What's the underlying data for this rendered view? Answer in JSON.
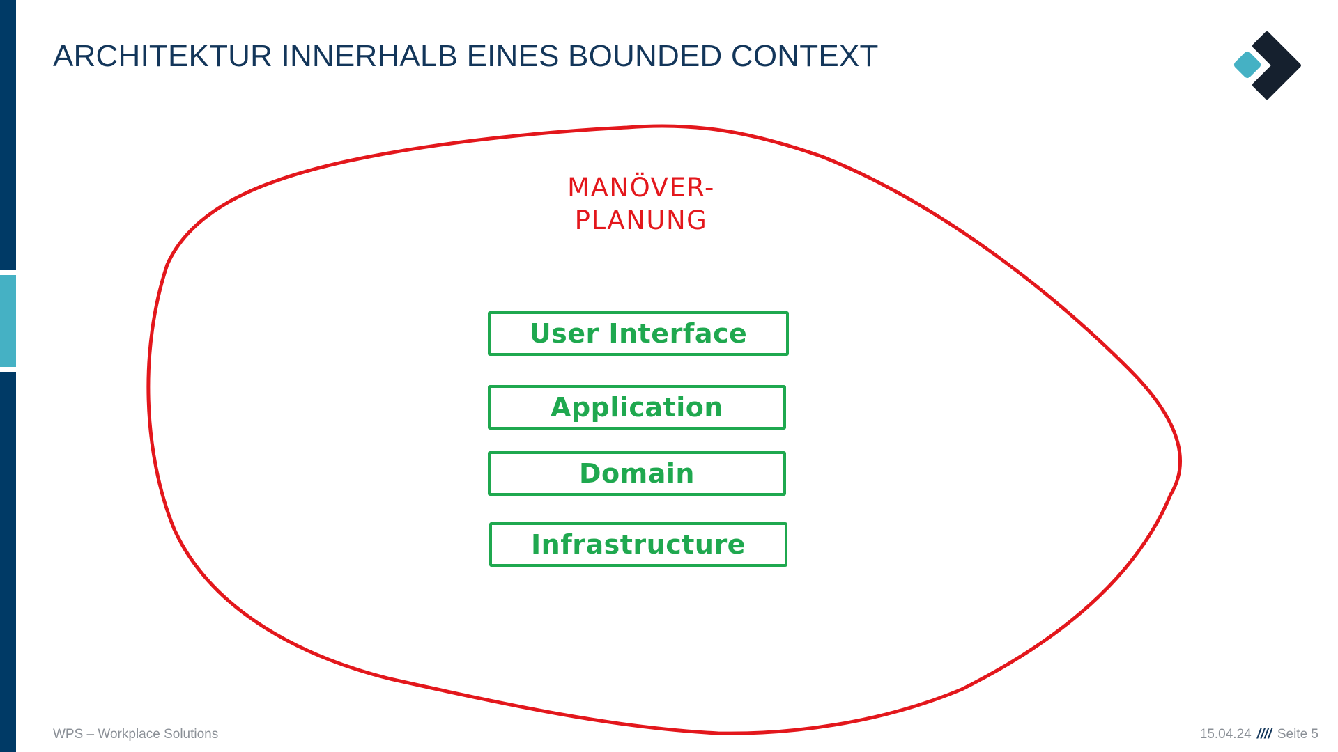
{
  "slide": {
    "title": "ARCHITEKTUR INNERHALB EINES BOUNDED CONTEXT"
  },
  "diagram": {
    "context_label": {
      "line1": "MANÖVER-",
      "line2": "PLANUNG"
    },
    "layers": {
      "user_interface": "User Interface",
      "application": "Application",
      "domain": "Domain",
      "infrastructure": "Infrastructure"
    }
  },
  "footer": {
    "company": "WPS – Workplace Solutions",
    "date": "15.04.24",
    "separator": "////",
    "page": "Seite 5"
  },
  "colors": {
    "context_outline": "#e3171c",
    "layer_color": "#1fa84f",
    "brand_dark": "#003a66",
    "brand_accent": "#45b1c4"
  }
}
